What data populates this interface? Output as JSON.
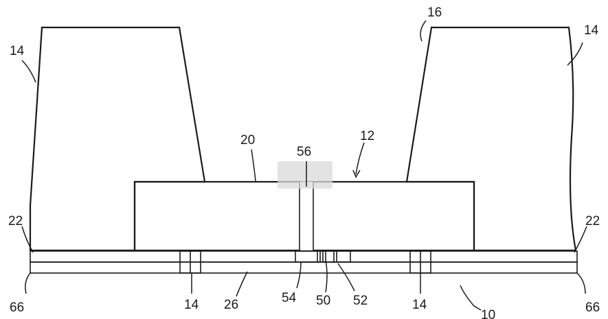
{
  "figure": {
    "reference_numerals": {
      "housing_left": "14",
      "opening": "16",
      "housing_right": "14",
      "cap_layer": "20",
      "device": "12",
      "channel": "56",
      "seal_left": "22",
      "seal_right": "22",
      "edge_left": "66",
      "edge_right": "66",
      "post_left": "14",
      "substrate": "26",
      "gap": "54",
      "electrode_a": "50",
      "electrode_b": "52",
      "post_right": "14",
      "assembly": "10"
    },
    "colors": {
      "line": "#1a1a1a",
      "background": "#ffffff",
      "highlight_box": "#d9d9d9"
    },
    "hatch_styles": {
      "housing": "diagonal-with-thick-stripes",
      "cap_layer": "diagonal-with-dashed-lines",
      "substrate_layers": "chevron-bands"
    }
  }
}
